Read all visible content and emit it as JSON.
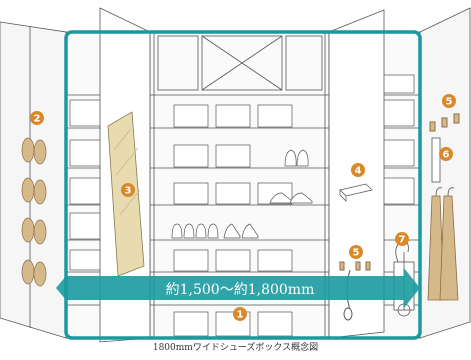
{
  "dimension_label": "約1,500〜約1,800mm",
  "caption": "1800mmワイドシューズボックス概念図",
  "markers": [
    "1",
    "2",
    "3",
    "4",
    "5",
    "5",
    "6",
    "7"
  ],
  "colors": {
    "frame": "#1a9aa0",
    "arrow": "#1a9aa0",
    "marker": "#d9892a",
    "line": "#555555",
    "mirror": "#e9dbb0",
    "slipper": "#d6b98a",
    "shade": "#f3f3f3"
  }
}
